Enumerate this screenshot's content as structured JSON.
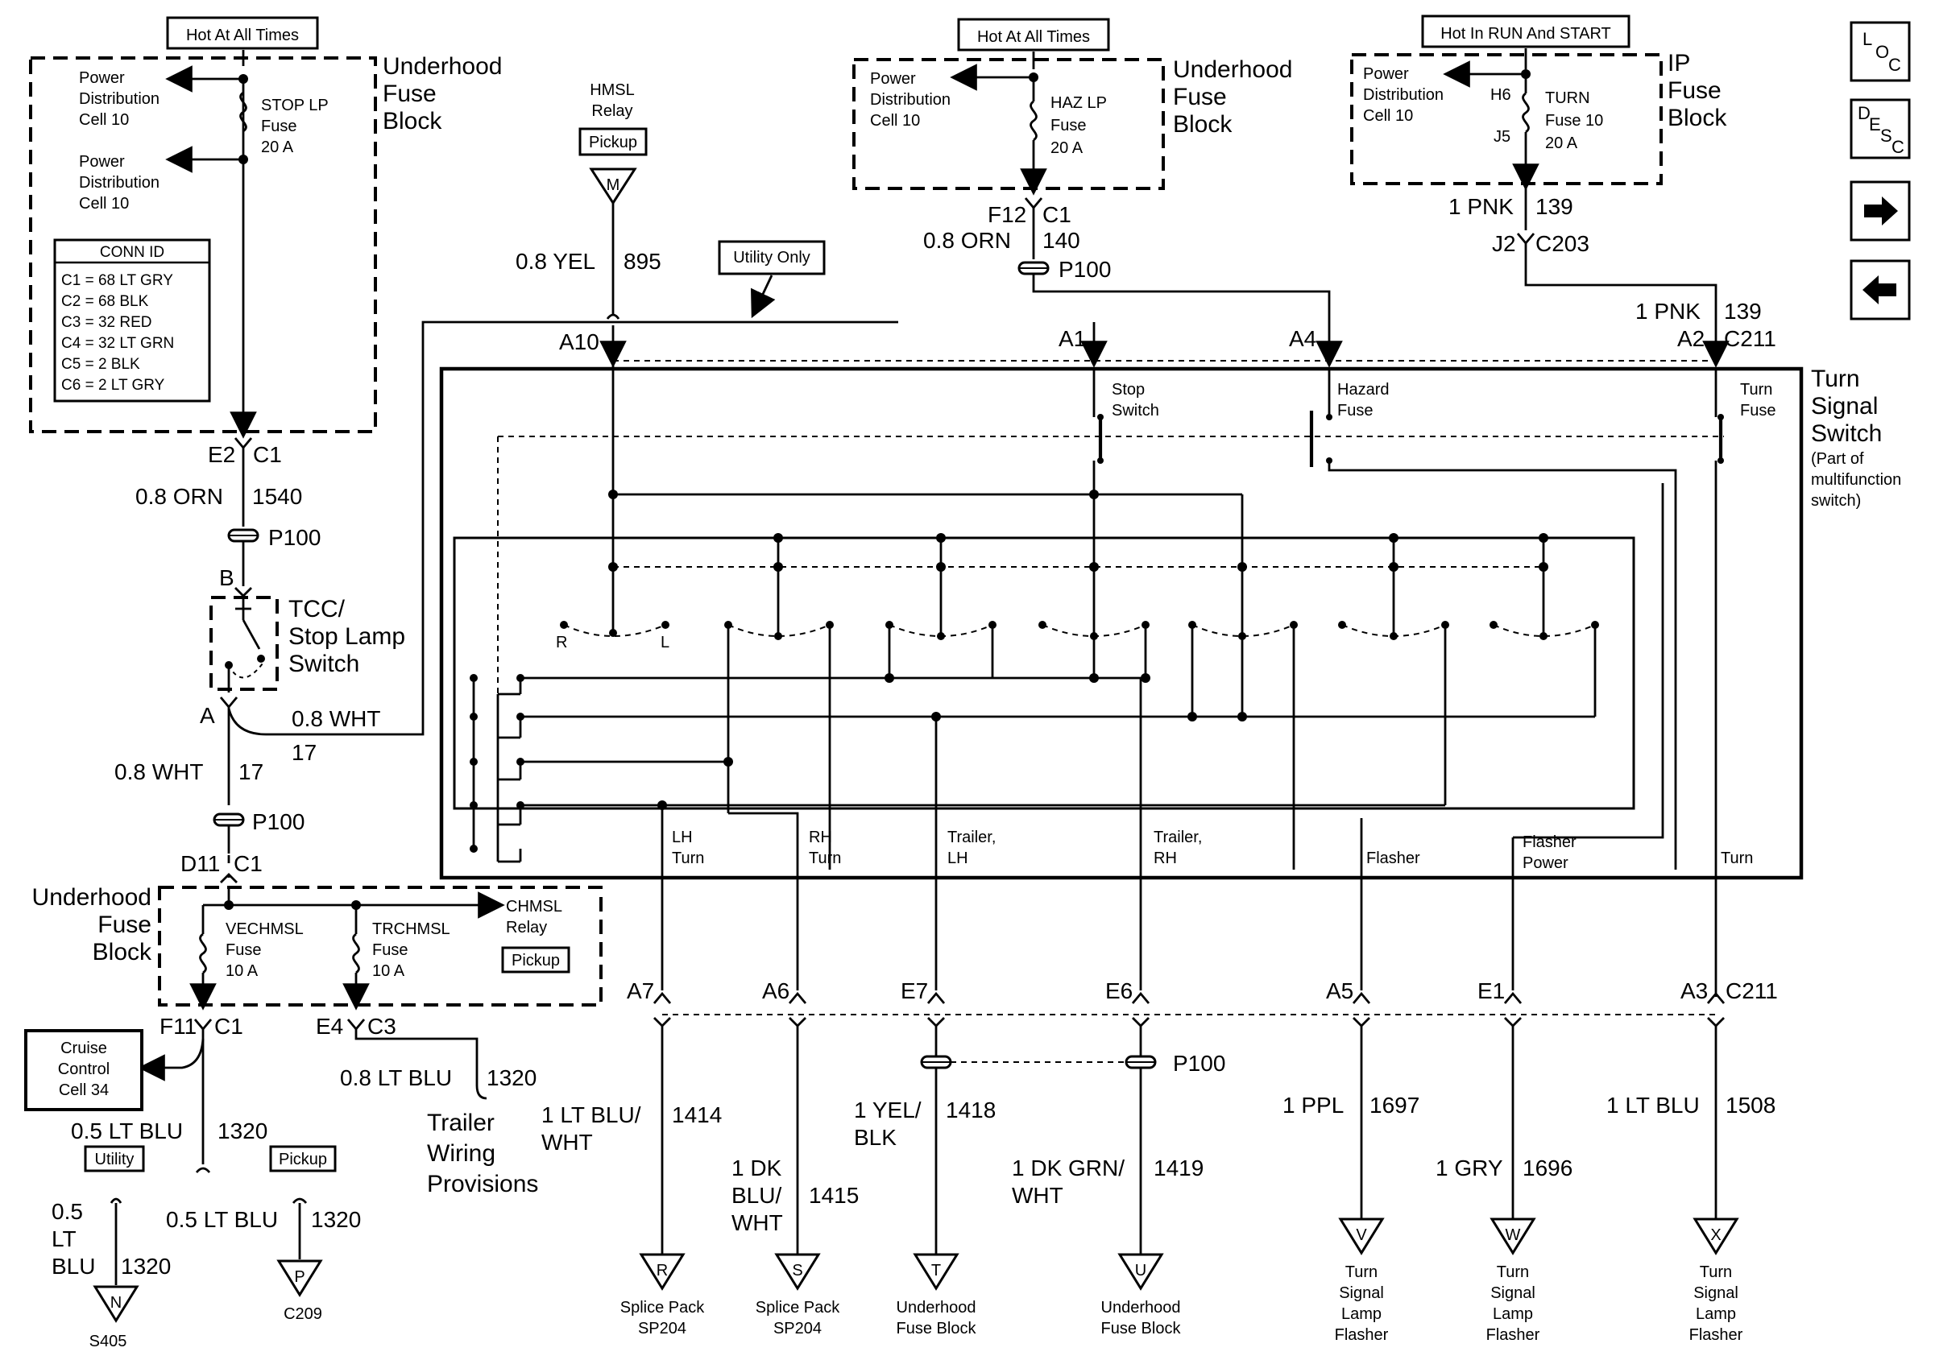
{
  "hot_labels": {
    "left": "Hot At All Times",
    "middle": "Hot At All Times",
    "right": "Hot In RUN And START"
  },
  "fuse_blocks": {
    "left": {
      "title": [
        "Underhood",
        "Fuse",
        "Block"
      ],
      "pdc_top": [
        "Power",
        "Distribution",
        "Cell  10"
      ],
      "pdc_bottom": [
        "Power",
        "Distribution",
        "Cell  10"
      ],
      "fuse": [
        "STOP LP",
        "Fuse",
        "20 A"
      ]
    },
    "middle": {
      "title": [
        "Underhood",
        "Fuse",
        "Block"
      ],
      "pdc": [
        "Power",
        "Distribution",
        "Cell 10"
      ],
      "fuse": [
        "HAZ LP",
        "Fuse",
        "20 A"
      ]
    },
    "right": {
      "title": [
        "IP",
        "Fuse",
        "Block"
      ],
      "pdc": [
        "Power",
        "Distribution",
        "Cell 10"
      ],
      "fuse": [
        "TURN",
        "Fuse 10",
        "20 A"
      ],
      "pin_in": "H6",
      "pin_out": "J5"
    },
    "lower": {
      "title": [
        "Underhood",
        "Fuse",
        "Block"
      ],
      "fuse_a": [
        "VECHMSL",
        "Fuse",
        "10 A"
      ],
      "fuse_b": [
        "TRCHMSL",
        "Fuse",
        "10 A"
      ],
      "relay": [
        "CHMSL",
        "Relay"
      ],
      "pickup": "Pickup"
    }
  },
  "conn_id": {
    "title": "CONN ID",
    "rows": [
      "C1 = 68 LT GRY",
      "C2 = 68 BLK",
      "C3 = 32 RED",
      "C4 = 32 LT GRN",
      "C5 = 2 BLK",
      "C6 = 2 LT GRY"
    ]
  },
  "nav_icons": {
    "loc": [
      "L",
      "O",
      "C"
    ],
    "desc": [
      "D",
      "E",
      "S",
      "C"
    ],
    "forward_icon": "arrow-right",
    "back_icon": "arrow-left"
  },
  "left_column": {
    "e2": "E2",
    "c1": "C1",
    "wire_1540": [
      "0.8 ORN",
      "1540"
    ],
    "p100_a": "P100",
    "b": "B",
    "tcc": [
      "TCC/",
      "Stop Lamp",
      "Switch"
    ],
    "a": "A",
    "wht_out": [
      "0.8 WHT",
      "17"
    ],
    "wht_17": [
      "0.8 WHT",
      "17"
    ],
    "p100_b": "P100",
    "d11": "D11",
    "c1b": "C1",
    "f11": "F11",
    "c1c": "C1",
    "e4": "E4",
    "c3": "C3",
    "cruise": [
      "Cruise",
      "Control",
      "Cell 34"
    ],
    "wire_1320_a": [
      "0.5 LT BLU",
      "1320"
    ],
    "utility": "Utility",
    "pickup": "Pickup",
    "wire_1320_b": [
      "0.5",
      "LT",
      "BLU",
      "1320"
    ],
    "wire_1320_c": [
      "0.5 LT BLU",
      "1320"
    ],
    "wire_1320_d": [
      "0.8 LT BLU",
      "1320"
    ],
    "trailer_prov": [
      "Trailer",
      "Wiring",
      "Provisions"
    ],
    "term_n": "N",
    "term_n_lbl": "S405",
    "term_p": "P",
    "term_p_lbl": "C209"
  },
  "top_wires": {
    "hmsl": [
      "HMSL",
      "Relay"
    ],
    "hmsl_pickup": "Pickup",
    "term_m": "M",
    "wire_895": [
      "0.8 YEL",
      "895"
    ],
    "utility_only": "Utility Only",
    "f12": "F12",
    "c1": "C1",
    "wire_140": [
      "0.8 ORN",
      "140"
    ],
    "p100": "P100",
    "wire_139_a": [
      "1 PNK",
      "139"
    ],
    "j2": "J2",
    "c203": "C203",
    "wire_139_b": [
      "1 PNK",
      "139"
    ],
    "a2": "A2",
    "c211": "C211",
    "a10": "A10",
    "a1": "A1",
    "a4": "A4"
  },
  "switch": {
    "title": [
      "Turn",
      "Signal",
      "Switch"
    ],
    "subtitle": [
      "(Part of",
      "multifunction",
      "switch)"
    ],
    "stop": [
      "Stop",
      "Switch"
    ],
    "hazard": [
      "Hazard",
      "Fuse"
    ],
    "turn_fuse": [
      "Turn",
      "Fuse"
    ],
    "r": "R",
    "l": "L",
    "outputs": [
      [
        "LH",
        "Turn"
      ],
      [
        "RH",
        "Turn"
      ],
      [
        "Trailer,",
        "LH"
      ],
      [
        "Trailer,",
        "RH"
      ],
      [
        "Flasher"
      ],
      [
        "Flasher",
        "Power"
      ],
      [
        "Turn"
      ]
    ]
  },
  "bottom_pins": {
    "pins": [
      "A7",
      "A6",
      "E7",
      "E6",
      "A5",
      "E1",
      "A3"
    ],
    "c211": "C211",
    "p100": "P100"
  },
  "bottom_wires": {
    "w1414": [
      "1 LT BLU/",
      "WHT",
      "1414"
    ],
    "w1415": [
      "1 DK",
      "BLU/",
      "WHT",
      "1415"
    ],
    "w1418": [
      "1 YEL/",
      "BLK",
      "1418"
    ],
    "w1419": [
      "1 DK GRN/",
      "WHT",
      "1419"
    ],
    "w1697": [
      "1 PPL",
      "1697"
    ],
    "w1696": [
      "1 GRY",
      "1696"
    ],
    "w1508": [
      "1 LT BLU",
      "1508"
    ]
  },
  "terminals": [
    {
      "letter": "R",
      "label": [
        "Splice Pack",
        "SP204"
      ]
    },
    {
      "letter": "S",
      "label": [
        "Splice Pack",
        "SP204"
      ]
    },
    {
      "letter": "T",
      "label": [
        "Underhood",
        "Fuse Block"
      ]
    },
    {
      "letter": "U",
      "label": [
        "Underhood",
        "Fuse Block"
      ]
    },
    {
      "letter": "V",
      "label": [
        "Turn",
        "Signal",
        "Lamp",
        "Flasher"
      ]
    },
    {
      "letter": "W",
      "label": [
        "Turn",
        "Signal",
        "Lamp",
        "Flasher"
      ]
    },
    {
      "letter": "X",
      "label": [
        "Turn",
        "Signal",
        "Lamp",
        "Flasher"
      ]
    }
  ]
}
